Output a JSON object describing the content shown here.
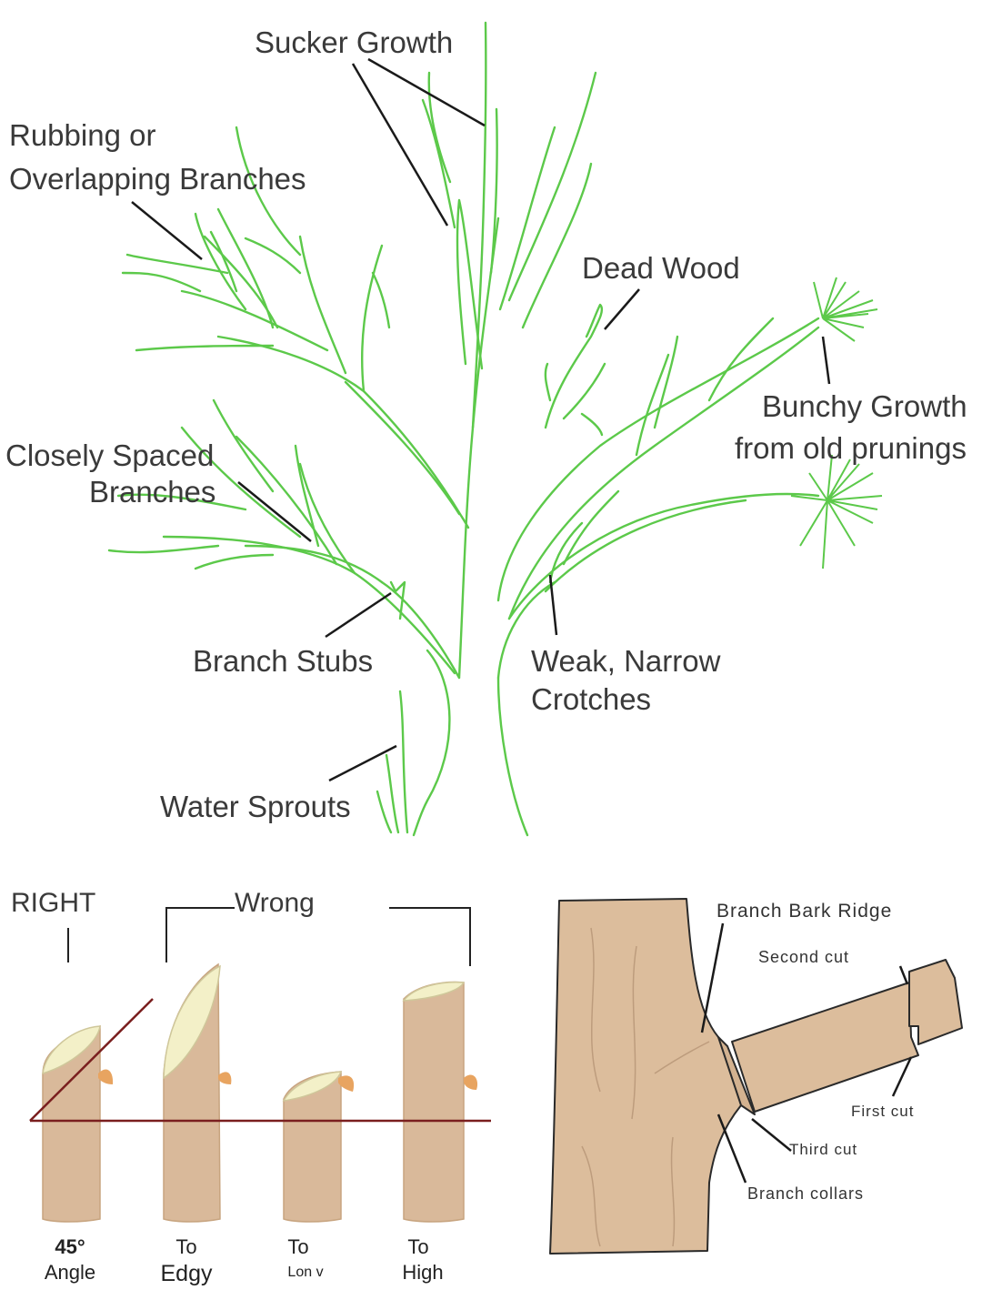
{
  "tree_diagram": {
    "labels": {
      "sucker_growth": "Sucker Growth",
      "rubbing_line1": "Rubbing or",
      "rubbing_line2": "Overlapping Branches",
      "dead_wood": "Dead Wood",
      "bunchy_line1": "Bunchy Growth",
      "bunchy_line2": "from old prunings",
      "closely_line1": "Closely Spaced",
      "closely_line2": "Branches",
      "branch_stubs": "Branch Stubs",
      "weak_line1": "Weak, Narrow",
      "weak_line2": "Crotches",
      "water_sprouts": "Water Sprouts"
    },
    "colors": {
      "branch": "#5cc94a",
      "leader_line": "#1a1a1a"
    }
  },
  "cut_angles": {
    "right_label": "RIGHT",
    "wrong_label": "Wrong",
    "stems": [
      {
        "line1": "45°",
        "line2": "Angle"
      },
      {
        "line1": "To",
        "line2": "Edgy"
      },
      {
        "line1": "To",
        "line2": "Lon v"
      },
      {
        "line1": "To",
        "line2": "High"
      }
    ],
    "colors": {
      "wood": "#d9b99a",
      "cut_face": "#f3f0c8",
      "bud": "#e8a460",
      "guide_line": "#7a1f1f"
    }
  },
  "cut_sequence": {
    "labels": {
      "branch_bark_ridge": "Branch Bark Ridge",
      "second_cut": "Second cut",
      "first_cut": "First cut",
      "third_cut": "Third cut",
      "branch_collars": "Branch collars"
    },
    "colors": {
      "wood": "#dcbd9c",
      "outline": "#2a2a2a"
    }
  }
}
